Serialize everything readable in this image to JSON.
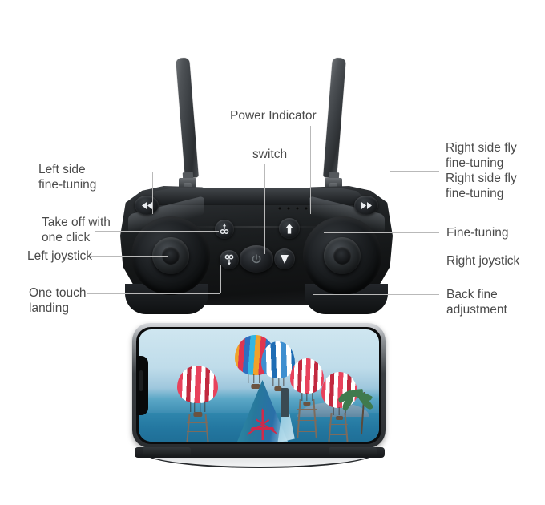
{
  "image": {
    "subject": "Drone remote controller with phone holder",
    "background_color": "#ffffff",
    "label_color": "#4a4a4a",
    "leader_line_color": "#b9b9b9"
  },
  "callouts": {
    "top": [
      {
        "id": "power-indicator",
        "text": "Power Indicator"
      },
      {
        "id": "switch",
        "text": "switch"
      }
    ],
    "left": [
      {
        "id": "left-side-fine-tuning",
        "text": "Left side\nfine-tuning"
      },
      {
        "id": "take-off-with-one-click",
        "text": "Take off with\none click"
      },
      {
        "id": "left-joystick",
        "text": "Left joystick"
      },
      {
        "id": "one-touch-landing",
        "text": "One touch\nlanding"
      }
    ],
    "right": [
      {
        "id": "right-side-fly-fine-tuning",
        "text": "Right side fly\nfine-tuning\nRight side fly\nfine-tuning"
      },
      {
        "id": "fine-tuning",
        "text": "Fine-tuning"
      },
      {
        "id": "right-joystick",
        "text": "Right joystick"
      },
      {
        "id": "back-fine-adjustment",
        "text": "Back fine\nadjustment"
      }
    ]
  },
  "controller": {
    "body_color": "#1d2022",
    "antennas": [
      {
        "id": "antenna-left"
      },
      {
        "id": "antenna-right"
      }
    ],
    "led_indicator_count": 4,
    "buttons": [
      {
        "id": "trim-left",
        "icon": "rewind-icon"
      },
      {
        "id": "trim-right",
        "icon": "fast-forward-icon"
      },
      {
        "id": "takeoff",
        "icon": "takeoff-icon"
      },
      {
        "id": "landing",
        "icon": "landing-icon"
      },
      {
        "id": "up",
        "icon": "arrow-up-icon"
      },
      {
        "id": "down",
        "icon": "arrow-down-icon"
      },
      {
        "id": "power",
        "icon": "power-icon"
      }
    ],
    "joysticks": [
      {
        "id": "joystick-left"
      },
      {
        "id": "joystick-right"
      }
    ]
  },
  "phone": {
    "id": "smartphone-fpv-display",
    "orientation": "landscape",
    "screen_scene": "Hot air balloons over a seaside beach",
    "sky_color": "#bfdcea",
    "sea_color": "#2f86ad",
    "balloons": [
      {
        "id": "balloon-far-left",
        "colors": [
          "#e8425c",
          "#ffffff",
          "#c2293f"
        ]
      },
      {
        "id": "balloon-center-large",
        "colors": [
          "#f0a22a",
          "#e03550",
          "#2f6fc0",
          "#34b6e0"
        ]
      },
      {
        "id": "balloon-center-blue",
        "colors": [
          "#3e8fd0",
          "#ffffff",
          "#1f6db4"
        ]
      },
      {
        "id": "balloon-mid-right",
        "colors": [
          "#e8425c",
          "#ffffff",
          "#c2293f"
        ]
      },
      {
        "id": "balloon-right",
        "colors": [
          "#e8425c",
          "#ffffff",
          "#c2293f"
        ]
      }
    ],
    "tent": {
      "id": "union-jack-tent",
      "colors": [
        "#2f8fa8",
        "#2a6fa8",
        "#d02a4a"
      ]
    },
    "palm_tree": {
      "id": "palm-tree",
      "color": "#3f7a4e"
    }
  },
  "stand": {
    "id": "phone-holder-stand",
    "color": "#26292c"
  }
}
